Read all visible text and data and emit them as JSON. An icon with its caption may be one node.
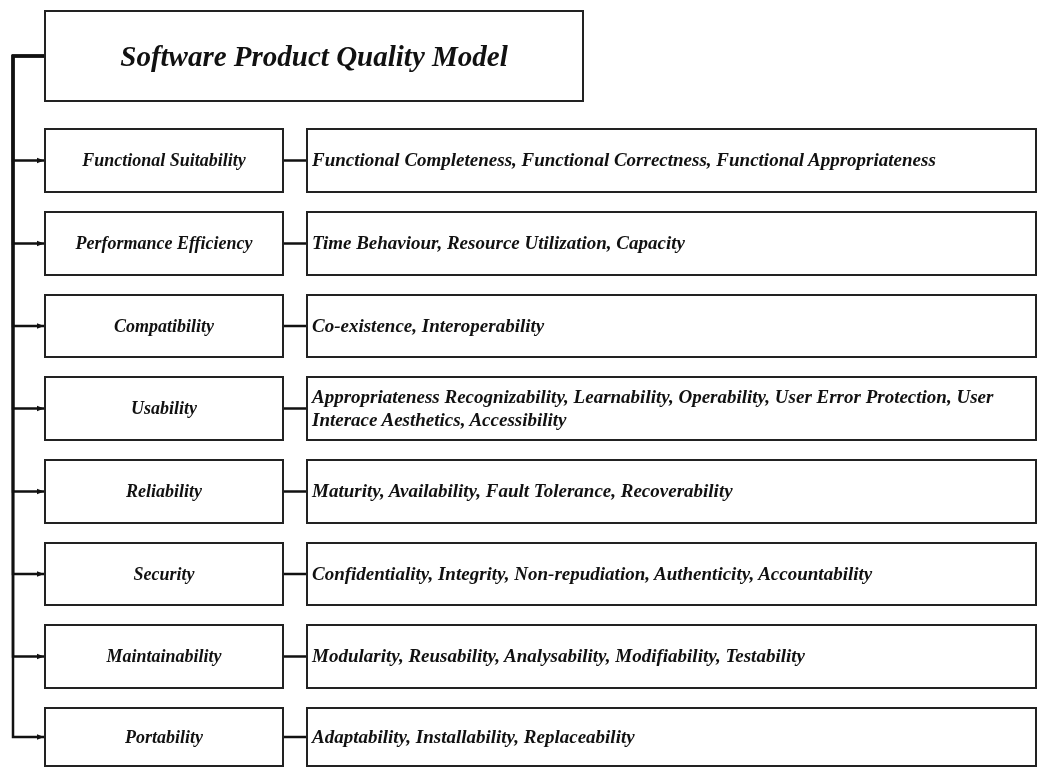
{
  "diagram": {
    "nodes": [
      {
        "text": [
          "Software Product Quality Model"
        ]
      },
      {
        "text": [
          "Functional Suitability"
        ]
      },
      {
        "text": [
          "Functional Completeness, Functional Correctness, Functional Appropriateness"
        ]
      },
      {
        "text": [
          "Performance Efficiency"
        ]
      },
      {
        "text": [
          "Time Behaviour, Resource Utilization, Capacity"
        ]
      },
      {
        "text": [
          "Compatibility"
        ]
      },
      {
        "text": [
          "Co-existence, Interoperability"
        ]
      },
      {
        "text": [
          "Usability"
        ]
      },
      {
        "text": [
          "Appropriateness Recognizability, Learnability, Operability, User Error Protection, User Interace Aesthetics, Accessibility"
        ]
      },
      {
        "text": [
          "Reliability"
        ]
      },
      {
        "text": [
          "Maturity, Availability, Fault Tolerance, Recoverability"
        ]
      },
      {
        "text": [
          "Security"
        ]
      },
      {
        "text": [
          "Confidentiality, Integrity, Non-repudiation, Authenticity, Accountability"
        ]
      },
      {
        "text": [
          "Maintainability"
        ]
      },
      {
        "text": [
          "Modularity, Reusability, Analysability, Modifiability, Testability"
        ]
      },
      {
        "text": [
          "Portability"
        ]
      },
      {
        "text": [
          "Adaptability, Installability, Replaceability"
        ]
      }
    ],
    "edges": [
      {
        "from": 0,
        "to": 1,
        "arrow": "to"
      },
      {
        "from": 1,
        "to": 2,
        "arrow": "none"
      },
      {
        "from": 0,
        "to": 3,
        "arrow": "to"
      },
      {
        "from": 3,
        "to": 4,
        "arrow": "none"
      },
      {
        "from": 0,
        "to": 5,
        "arrow": "to"
      },
      {
        "from": 5,
        "to": 6,
        "arrow": "none"
      },
      {
        "from": 0,
        "to": 7,
        "arrow": "to"
      },
      {
        "from": 7,
        "to": 8,
        "arrow": "none"
      },
      {
        "from": 0,
        "to": 9,
        "arrow": "to"
      },
      {
        "from": 9,
        "to": 10,
        "arrow": "none"
      },
      {
        "from": 0,
        "to": 11,
        "arrow": "to"
      },
      {
        "from": 11,
        "to": 12,
        "arrow": "none"
      },
      {
        "from": 0,
        "to": 13,
        "arrow": "to"
      },
      {
        "from": 13,
        "to": 14,
        "arrow": "none"
      },
      {
        "from": 0,
        "to": 15,
        "arrow": "to"
      },
      {
        "from": 15,
        "to": 16,
        "arrow": "none"
      }
    ]
  }
}
